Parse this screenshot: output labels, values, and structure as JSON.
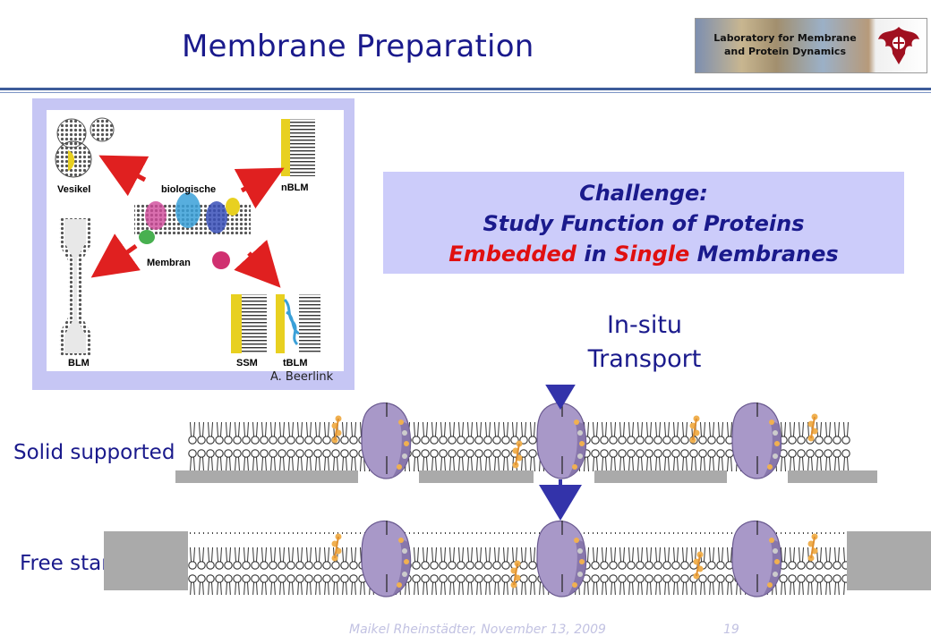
{
  "slide": {
    "title": "Membrane Preparation",
    "logo_text_line1": "Laboratory for Membrane",
    "logo_text_line2": "and Protein Dynamics",
    "figure": {
      "labels": {
        "vesikel": "Vesikel",
        "biologische": "biologische",
        "membran": "Membran",
        "nblm": "nBLM",
        "blm": "BLM",
        "ssm": "SSM",
        "tblm": "tBLM"
      },
      "credit": "A. Beerlink"
    },
    "challenge": {
      "line1": "Challenge:",
      "line2": "Study Function of Proteins",
      "line3_part1": "Embedded",
      "line3_part2": " in ",
      "line3_part3": "Single",
      "line3_part4": " Membranes"
    },
    "insitu_line1": "In-situ",
    "insitu_line2": "Transport",
    "row_labels": {
      "solid": "Solid supported",
      "free": "Free standing"
    },
    "footer": "Maikel Rheinstädter, November 13, 2009",
    "page_number": "19",
    "colors": {
      "title": "#1a1a8c",
      "red_emphasis": "#e01010",
      "challenge_bg": "#ccccfa",
      "figure_frame": "#c6c6f4",
      "protein": "#a898c8",
      "support": "#aaaaaa",
      "arrow": "#3333aa",
      "footer": "#c2c2e2"
    },
    "icons": [
      "crest-icon",
      "red-arrow-icon",
      "down-arrow-icon",
      "protein-icon"
    ]
  }
}
